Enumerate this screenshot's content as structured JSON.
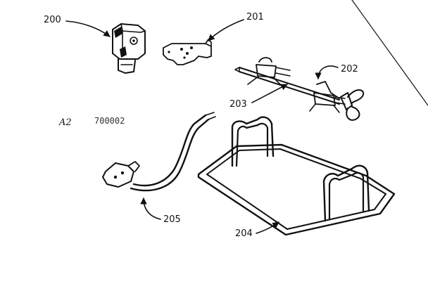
{
  "callouts": {
    "p200": "200",
    "p201": "201",
    "p202": "202",
    "p203": "203",
    "p204": "204",
    "p205": "205"
  },
  "figure_label": "A2",
  "figure_number": "700002",
  "parts": [
    {
      "id": "200",
      "name": "receptacle-assembly"
    },
    {
      "id": "201",
      "name": "mounting-bracket"
    },
    {
      "id": "202",
      "name": "skewer-fork"
    },
    {
      "id": "203",
      "name": "rotisserie-spit"
    },
    {
      "id": "204",
      "name": "wire-rack"
    },
    {
      "id": "205",
      "name": "power-cord"
    }
  ]
}
